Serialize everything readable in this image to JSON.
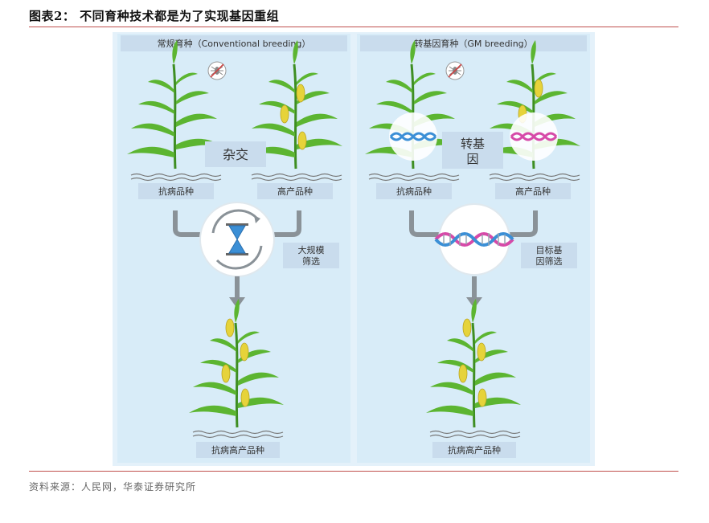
{
  "figure": {
    "title": "图表2：  不同育种技术都是为了实现基因重组",
    "source": "资料来源：人民网，华泰证券研究所"
  },
  "left_panel": {
    "header": "常规育种（Conventional  breeding）",
    "parent_a": "抗病品种",
    "parent_b": "高产品种",
    "process": "杂交",
    "selection_line1": "大规模",
    "selection_line2": "筛选",
    "result": "抗病高产品种"
  },
  "right_panel": {
    "header": "转基因育种（GM breeding）",
    "parent_a": "抗病品种",
    "parent_b": "高产品种",
    "process_line1": "转基",
    "process_line2": "因",
    "selection_line1": "目标基",
    "selection_line2": "因筛选",
    "result": "抗病高产品种"
  },
  "colors": {
    "panel": "#d8ecf8",
    "label_box": "#c9dced",
    "leaf": "#5cb531",
    "leaf_dark": "#3e8e22",
    "corn": "#e6d33a",
    "arrow": "#8a9298",
    "dna_blue": "#3b8fd6",
    "dna_pink": "#d64aa8",
    "hourglass": "#3b8fd6"
  }
}
